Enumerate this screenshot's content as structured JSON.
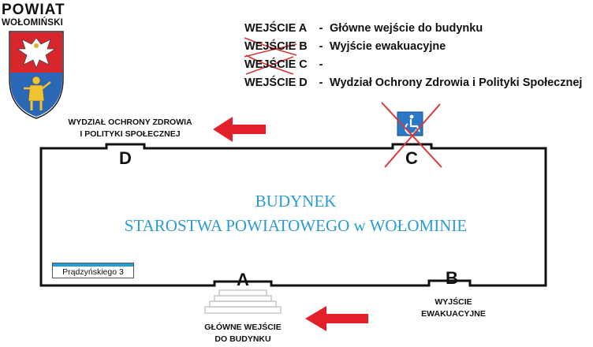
{
  "logo": {
    "title": "POWIAT",
    "subtitle": "WOŁOMIŃSKI"
  },
  "legend": [
    {
      "tag": "WEJŚCIE  A",
      "desc": "Główne wejście do budynku",
      "crossed": false
    },
    {
      "tag": "WEJŚCIE  B",
      "desc": "Wyjście ewakuacyjne",
      "crossed": true
    },
    {
      "tag": "WEJŚCIE  C",
      "desc": "",
      "crossed": true
    },
    {
      "tag": "WEJŚCIE  D",
      "desc": "Wydział Ochrony Zdrowia i Polityki Społecznej",
      "crossed": false
    }
  ],
  "legend_separator": "-",
  "building": {
    "line1": "BUDYNEK",
    "line2": "STAROSTWA POWIATOWEGO w WOŁOMINIE"
  },
  "doors": {
    "a": "A",
    "b": "B",
    "c": "C",
    "d": "D"
  },
  "labels": {
    "d_line1": "WYDZIAŁ OCHRONY ZDROWIA",
    "d_line2": "I POLITYKI SPOŁECZNEJ",
    "a_line1": "GŁÓWNE WEJŚCIE",
    "a_line2": "DO BUDYNKU",
    "b_line1": "WYJŚCIE",
    "b_line2": "EWAKUACYJNE"
  },
  "street_sign": "Prądzyńskiego  3",
  "colors": {
    "accent_blue": "#2b9bd3",
    "arrow_red": "#e3202a",
    "cross_red": "#d63a3a",
    "shield_red": "#d9262c",
    "shield_blue": "#2a67b5"
  }
}
